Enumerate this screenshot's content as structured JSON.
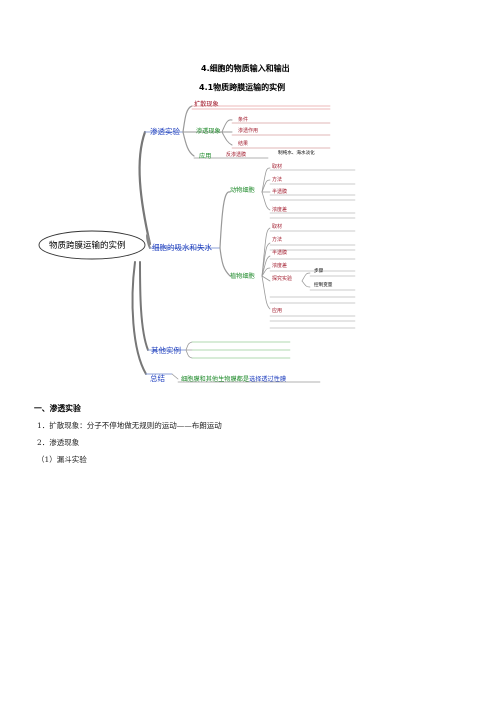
{
  "title1": "4.细胞的物质输入和输出",
  "title2": "4.1物质跨膜运输的实例",
  "mindmap": {
    "root": "物质跨膜运输的实例",
    "branch1": {
      "label": "渗透实验",
      "diffusion": "扩散现象",
      "osmosis": "渗透现象",
      "osmosis_children": [
        "条件",
        "渗透作用",
        "结果"
      ],
      "application": "应用",
      "reverse_osmosis": "反渗透膜",
      "reverse_osmosis_note": "制纯水、海水淡化"
    },
    "branch2": {
      "label": "细胞的吸水和失水",
      "animal": "动物细胞",
      "animal_children": [
        "取材",
        "方法",
        "半透膜",
        "浓度差"
      ],
      "plant": "植物细胞",
      "plant_children": [
        "取材",
        "方法",
        "半透膜",
        "浓度差",
        "探究实验",
        "应用"
      ],
      "experiment_children": [
        "步骤",
        "控制变量"
      ]
    },
    "branch3": {
      "label": "其他实例"
    },
    "branch4": {
      "label": "总结",
      "summary_green": "细胞膜和其他生物膜都是",
      "summary_blue": "选择透过性膜"
    }
  },
  "content": {
    "section1": "一、渗透实验",
    "item1": "1．扩散现象：分子不停地做无规则的运动——布朗运动",
    "item2": "2．渗透现象",
    "item3": "（1）漏斗实验"
  }
}
